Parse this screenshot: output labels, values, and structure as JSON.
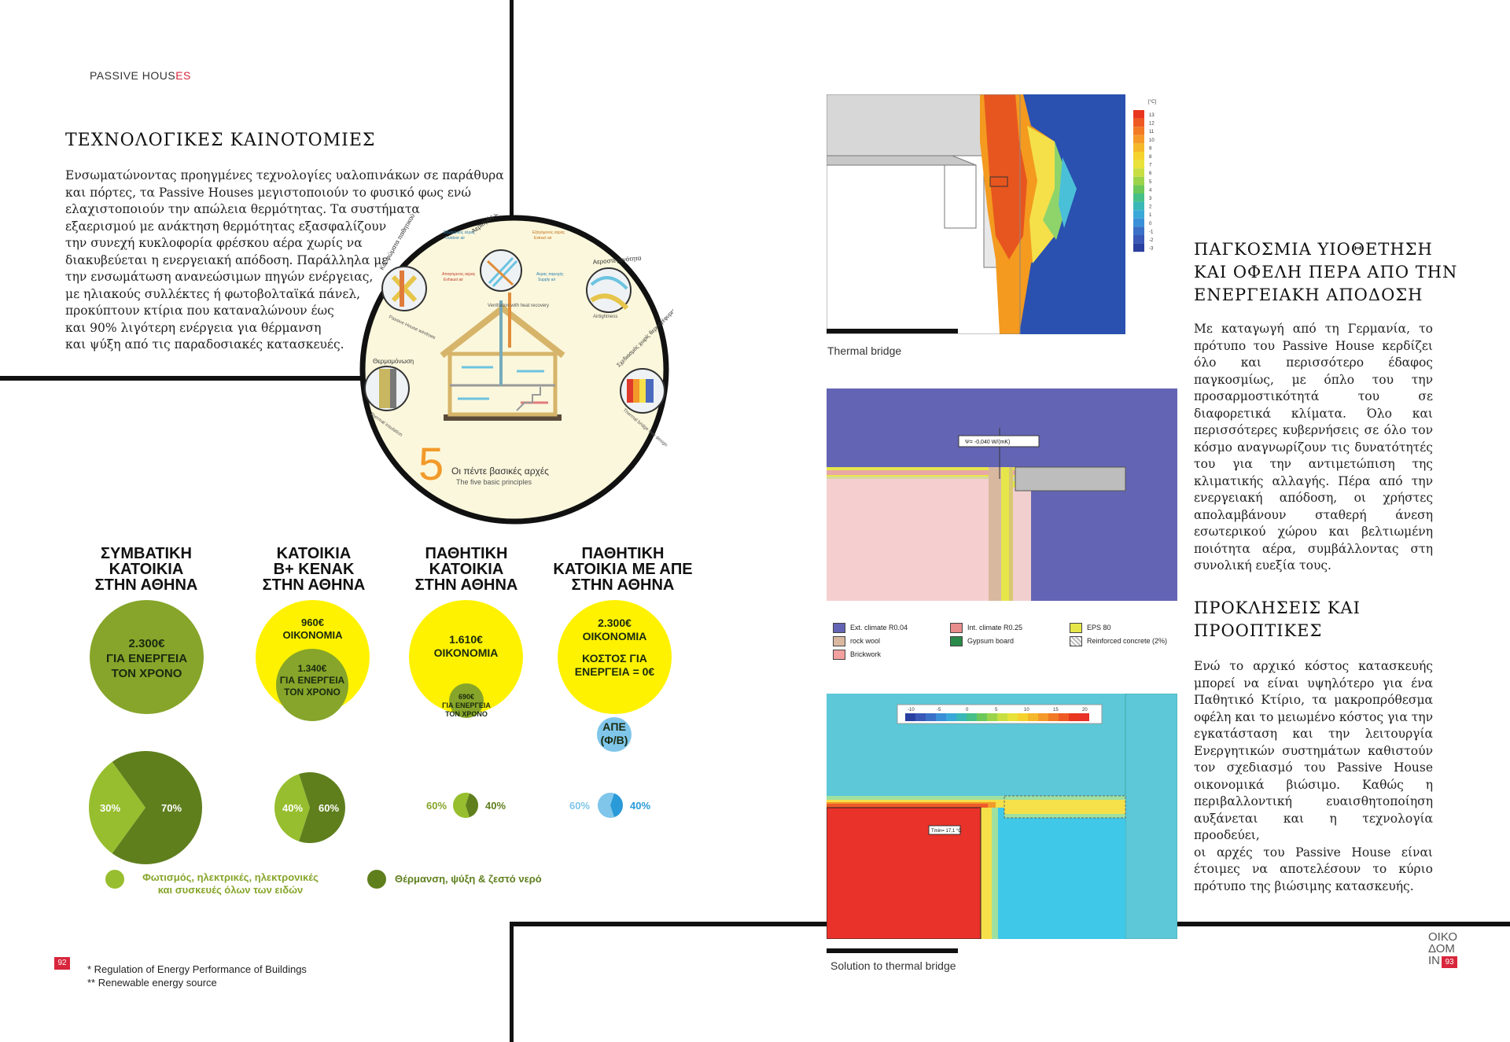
{
  "header": {
    "prefix": "PASSIVE HOUS",
    "suffix": "ES"
  },
  "left": {
    "title": "ΤΕΧΝΟΛΟΓΙΚΕΣ ΚΑΙΝΟΤΟΜΙΕΣ",
    "lines": [
      "Ενσωματώνοντας προηγμένες τεχνολογίες υαλοπινάκων σε παράθυρα",
      "και πόρτες, τα Passive Houses μεγιστοποιούν το φυσικό φως ενώ",
      "ελαχιστοποιούν την απώλεια θερμότητας. Τα συστήματα",
      "εξαερισμού με ανάκτηση θερμότητας εξασφαλίζουν",
      "την συνεχή κυκλοφορία φρέσκου αέρα χωρίς να",
      "διακυβεύεται η ενεργειακή απόδοση. Παράλληλα με",
      "την ενσωμάτωση ανανεώσιμων πηγών ενέργειας,",
      "με ηλιακούς συλλέκτες ή φωτοβολταϊκά πάνελ,",
      "προκύπτουν κτίρια που καταναλώνουν έως",
      "και 90% λιγότερη ενέργεια για θέρμανση",
      "και ψύξη από τις παραδοσιακές κατασκευές."
    ]
  },
  "principles": {
    "number": "5",
    "title": "Οι πέντε βασικές αρχές",
    "subtitle": "The five basic principles",
    "labels": {
      "ventilation_gr": "Αερισμός με ανάκτηση θερμότητας",
      "ventilation_en": "Ventilation with heat recovery",
      "windows_gr": "Κουφώματα παθητικού κτιρίου",
      "windows_en": "Passive House windows",
      "airtight_gr": "Αεροστεγανότητα",
      "airtight_en": "Airtightness",
      "insulation_gr": "Θερμομόνωση",
      "insulation_en": "Thermal insulation",
      "bridge_gr": "Σχεδιασμός χωρίς θερμογέφυρες",
      "bridge_en": "Thermal bridge free design",
      "outdoor_gr": "Εξωτερικός αέρας",
      "outdoor_en": "Outdoor air",
      "extract_gr": "Εξαγόμενος αέρας",
      "extract_en": "Extract air",
      "exhaust_gr": "Απαγόμενος αέρας",
      "exhaust_en": "Exhaust air",
      "supply_gr": "Αέρας παροχής",
      "supply_en": "Supply air"
    }
  },
  "comparison": {
    "columns": [
      {
        "title": [
          "ΣΥΜΒΑΤΙΚΗ",
          "ΚΑΤΟΙΚΙΑ",
          "ΣΤΗΝ ΑΘΗΝΑ"
        ],
        "main": [
          "2.300€",
          "ΓΙΑ ΕΝΕΡΓΕΙΑ",
          "ΤΟΝ ΧΡΟΝΟ"
        ],
        "split": [
          30,
          70
        ],
        "split_labels": [
          "30%",
          "70%"
        ]
      },
      {
        "title": [
          "ΚΑΤΟΙΚΙΑ",
          "B+ ΚΕΝΑΚ",
          "ΣΤΗΝ ΑΘΗΝΑ"
        ],
        "saving": [
          "960€",
          "ΟΙΚΟΝΟΜΙΑ"
        ],
        "inner": [
          "1.340€",
          "ΓΙΑ ΕΝΕΡΓΕΙΑ",
          "ΤΟΝ ΧΡΟΝΟ"
        ],
        "split": [
          40,
          60
        ],
        "split_labels": [
          "40%",
          "60%"
        ]
      },
      {
        "title": [
          "ΠΑΘΗΤΙΚΗ",
          "ΚΑΤΟΙΚΙΑ",
          "ΣΤΗΝ ΑΘΗΝΑ"
        ],
        "saving": [
          "1.610€",
          "ΟΙΚΟΝΟΜΙΑ"
        ],
        "inner": [
          "690€",
          "ΓΙΑ ΕΝΕΡΓΕΙΑ",
          "ΤΟΝ ΧΡΟΝΟ"
        ],
        "split": [
          60,
          40
        ],
        "split_labels": [
          "60%",
          "40%"
        ]
      },
      {
        "title": [
          "ΠΑΘΗΤΙΚΗ",
          "ΚΑΤΟΙΚΙΑ ΜΕ ΑΠΕ",
          "ΣΤΗΝ ΑΘΗΝΑ"
        ],
        "saving": [
          "2.300€",
          "ΟΙΚΟΝΟΜΙΑ"
        ],
        "cost": [
          "ΚΟΣΤΟΣ ΓΙΑ",
          "ΕΝΕΡΓΕΙΑ = 0€"
        ],
        "res": [
          "ΑΠΕ",
          "(Φ/Β)"
        ],
        "split": [
          60,
          40
        ],
        "split_labels": [
          "60%",
          "40%"
        ]
      }
    ],
    "legend": {
      "light": [
        "Φωτισμός, ηλεκτρικές, ηλεκτρονικές",
        "και συσκευές όλων των ειδών"
      ],
      "dark": "Θέρμανση, ψύξη & ζεστό νερό"
    },
    "colors": {
      "green": "#86a52a",
      "dark_green": "#5f7f1d",
      "light_green": "#97be2e",
      "yellow": "#fff200",
      "blue": "#7fc6ea"
    }
  },
  "footnotes": [
    "* Regulation of Energy Performance of Buildings",
    "** Renewable energy source"
  ],
  "page_left": "92",
  "page_right": "93",
  "figures": {
    "fig1_caption": "Thermal bridge",
    "fig1_scale_unit": "[°C]",
    "fig1_scale": [
      "13",
      "12",
      "11",
      "10",
      "9",
      "8",
      "7",
      "6",
      "5",
      "4",
      "3",
      "2",
      "1",
      "0",
      "-1",
      "-2",
      "-3"
    ],
    "fig2_psi": "Ψ= -0,040 W/(mK)",
    "fig2_legend": [
      "Ext. climate R0.04",
      "Int. climate R0.25",
      "EPS 80",
      "rock wool",
      "Gypsum board",
      "Reinforced concrete (2%)",
      "Brickwork"
    ],
    "fig3_scale": [
      "-10",
      "-5",
      "0",
      "5",
      "10",
      "15",
      "20"
    ],
    "fig3_label": "Tmin= 17,1 °C",
    "fig3_caption": "Solution to thermal bridge"
  },
  "right": {
    "title1": [
      "ΠΑΓΚΟΣΜΙΑ ΥΙΟΘΕΤΗΣΗ",
      "ΚΑΙ ΟΦΕΛΗ ΠΕΡΑ ΑΠΟ ΤΗΝ",
      "ΕΝΕΡΓΕΙΑΚΗ ΑΠΟΔΟΣΗ"
    ],
    "para1": [
      "Με καταγωγή από τη Γερμανία, το",
      "πρότυπο του Passive House κερδίζει",
      "όλο και περισσότερο έδαφος",
      "παγκοσμίως, με όπλο του την",
      "προσαρμοστικότητά του σε",
      "διαφορετικά κλίματα. Όλο και",
      "περισσότερες κυβερνήσεις σε όλο τον",
      "κόσμο αναγνωρίζουν τις δυνατότητές",
      "του για την αντιμετώπιση της",
      "κλιματικής αλλαγής. Πέρα από την",
      "ενεργειακή απόδοση, οι χρήστες",
      "απολαμβάνουν σταθερή άνεση",
      "εσωτερικού χώρου και βελτιωμένη",
      "ποιότητα αέρα, συμβάλλοντας στη",
      "συνολική ευεξία τους."
    ],
    "title2": [
      "ΠΡΟΚΛΗΣΕΙΣ ΚΑΙ",
      "ΠΡΟΟΠΤΙΚΕΣ"
    ],
    "para2": [
      "Ενώ το αρχικό κόστος κατασκευής",
      "μπορεί να είναι υψηλότερο για ένα",
      "Παθητικό Κτίριο, τα μακροπρόθεσμα",
      "οφέλη και το μειωμένο κόστος για την",
      "εγκατάσταση και την λειτουργία",
      "Ενεργητικών συστημάτων καθιστούν",
      "τον σχεδιασμό του Passive House",
      "οικονομικά βιώσιμο. Καθώς η",
      "περιβαλλοντική ευαισθητοποίηση",
      "αυξάνεται και η τεχνολογία προοδεύει,",
      "οι αρχές του Passive House είναι",
      "έτοιμες να αποτελέσουν το κύριο",
      "πρότυπο της βιώσιμης κατασκευής."
    ]
  },
  "brand": [
    "ΟΙΚΟ",
    "ΔΟΜ",
    "IN"
  ]
}
